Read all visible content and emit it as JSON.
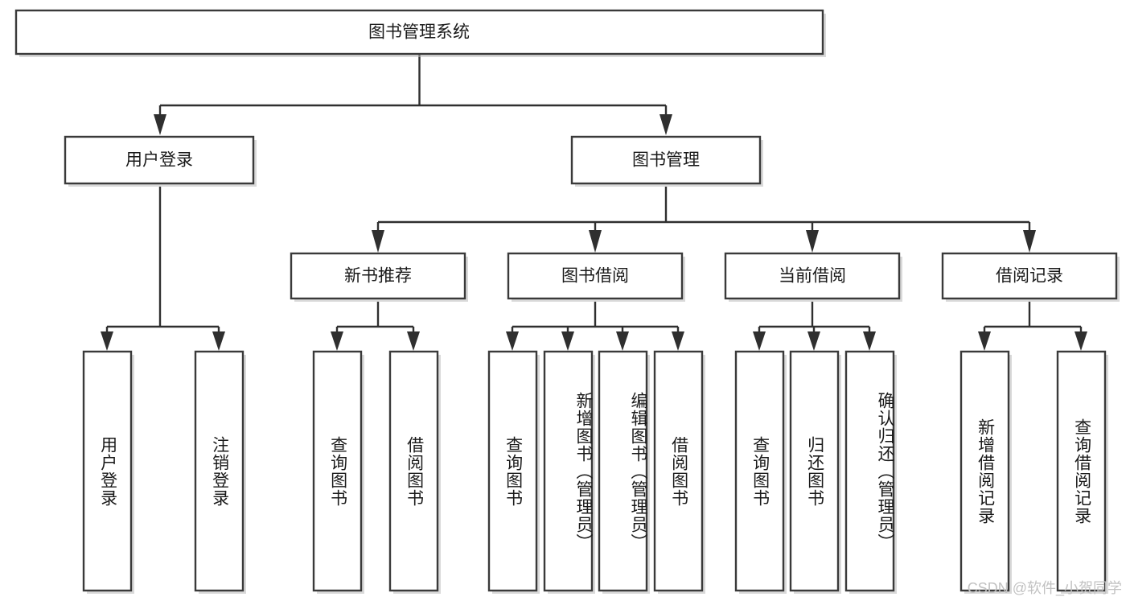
{
  "diagram": {
    "title": "图书管理系统",
    "type": "tree",
    "watermark": "CSDN @软件_小贺同学",
    "levels": {
      "root": {
        "label": "图书管理系统"
      },
      "level2": [
        {
          "id": "user-login",
          "label": "用户登录"
        },
        {
          "id": "book-manage",
          "label": "图书管理"
        }
      ],
      "level3": [
        {
          "id": "new-book-rec",
          "label": "新书推荐",
          "parent": "book-manage"
        },
        {
          "id": "book-borrow",
          "label": "图书借阅",
          "parent": "book-manage"
        },
        {
          "id": "current-borrow",
          "label": "当前借阅",
          "parent": "book-manage"
        },
        {
          "id": "borrow-record",
          "label": "借阅记录",
          "parent": "book-manage"
        }
      ],
      "leaves": [
        {
          "id": "leaf-user-login",
          "label": "用户登录",
          "parent": "user-login"
        },
        {
          "id": "leaf-logout",
          "label": "注销登录",
          "parent": "user-login"
        },
        {
          "id": "leaf-query-book-1",
          "label": "查询图书",
          "parent": "new-book-rec"
        },
        {
          "id": "leaf-borrow-book-1",
          "label": "借阅图书",
          "parent": "new-book-rec"
        },
        {
          "id": "leaf-query-book-2",
          "label": "查询图书",
          "parent": "book-borrow"
        },
        {
          "id": "leaf-add-book",
          "label": "新增图书（管理员）",
          "parent": "book-borrow"
        },
        {
          "id": "leaf-edit-book",
          "label": "编辑图书（管理员）",
          "parent": "book-borrow"
        },
        {
          "id": "leaf-borrow-book-2",
          "label": "借阅图书",
          "parent": "book-borrow"
        },
        {
          "id": "leaf-query-book-3",
          "label": "查询图书",
          "parent": "current-borrow"
        },
        {
          "id": "leaf-return-book",
          "label": "归还图书",
          "parent": "current-borrow"
        },
        {
          "id": "leaf-confirm-return",
          "label": "确认归还（管理员）",
          "parent": "current-borrow"
        },
        {
          "id": "leaf-add-record",
          "label": "新增借阅记录",
          "parent": "borrow-record"
        },
        {
          "id": "leaf-query-record",
          "label": "查询借阅记录",
          "parent": "borrow-record"
        }
      ]
    },
    "colors": {
      "box_stroke": "#3a3a3a",
      "box_fill": "#ffffff",
      "connector": "#2f2f2f",
      "text": "#1a1a1a",
      "watermark": "#c2c2c2",
      "background": "#ffffff"
    }
  }
}
